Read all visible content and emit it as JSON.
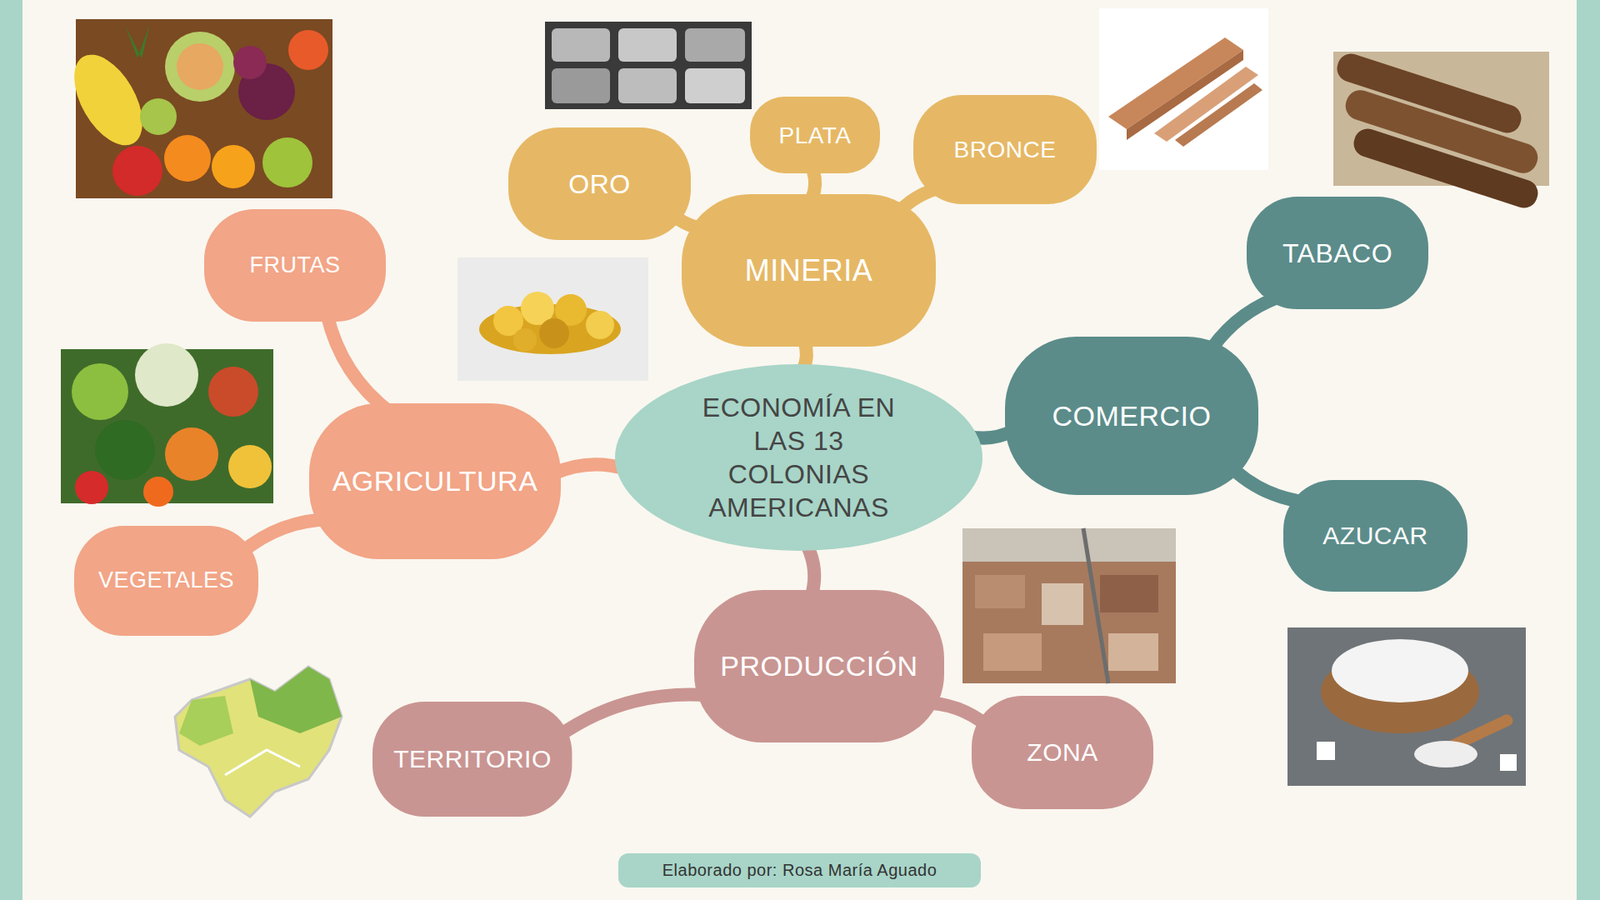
{
  "diagram": {
    "nodes": [
      {
        "text": [
          "ECONOMÍA EN LAS 13 COLONIAS AMERICANAS"
        ]
      },
      {
        "text": [
          "MINERIA"
        ]
      },
      {
        "text": [
          "ORO"
        ]
      },
      {
        "text": [
          "PLATA"
        ]
      },
      {
        "text": [
          "BRONCE"
        ]
      },
      {
        "text": [
          "COMERCIO"
        ]
      },
      {
        "text": [
          "TABACO"
        ]
      },
      {
        "text": [
          "AZUCAR"
        ]
      },
      {
        "text": [
          "PRODUCCIÓN"
        ]
      },
      {
        "text": [
          "TERRITORIO"
        ]
      },
      {
        "text": [
          "ZONA"
        ]
      },
      {
        "text": [
          "AGRICULTURA"
        ]
      },
      {
        "text": [
          "FRUTAS"
        ]
      },
      {
        "text": [
          "VEGETALES"
        ]
      },
      {
        "text": [
          "Elaborado por: Rosa María Aguado"
        ]
      }
    ],
    "edges": [
      {
        "from": 0,
        "to": 1,
        "arrow": "none"
      },
      {
        "from": 1,
        "to": 2,
        "arrow": "none"
      },
      {
        "from": 1,
        "to": 3,
        "arrow": "none"
      },
      {
        "from": 1,
        "to": 4,
        "arrow": "none"
      },
      {
        "from": 0,
        "to": 5,
        "arrow": "none"
      },
      {
        "from": 5,
        "to": 6,
        "arrow": "none"
      },
      {
        "from": 5,
        "to": 7,
        "arrow": "none"
      },
      {
        "from": 0,
        "to": 8,
        "arrow": "none"
      },
      {
        "from": 8,
        "to": 9,
        "arrow": "none"
      },
      {
        "from": 8,
        "to": 10,
        "arrow": "none"
      },
      {
        "from": 0,
        "to": 11,
        "arrow": "none"
      },
      {
        "from": 11,
        "to": 12,
        "arrow": "none"
      },
      {
        "from": 11,
        "to": 13,
        "arrow": "none"
      }
    ]
  }
}
